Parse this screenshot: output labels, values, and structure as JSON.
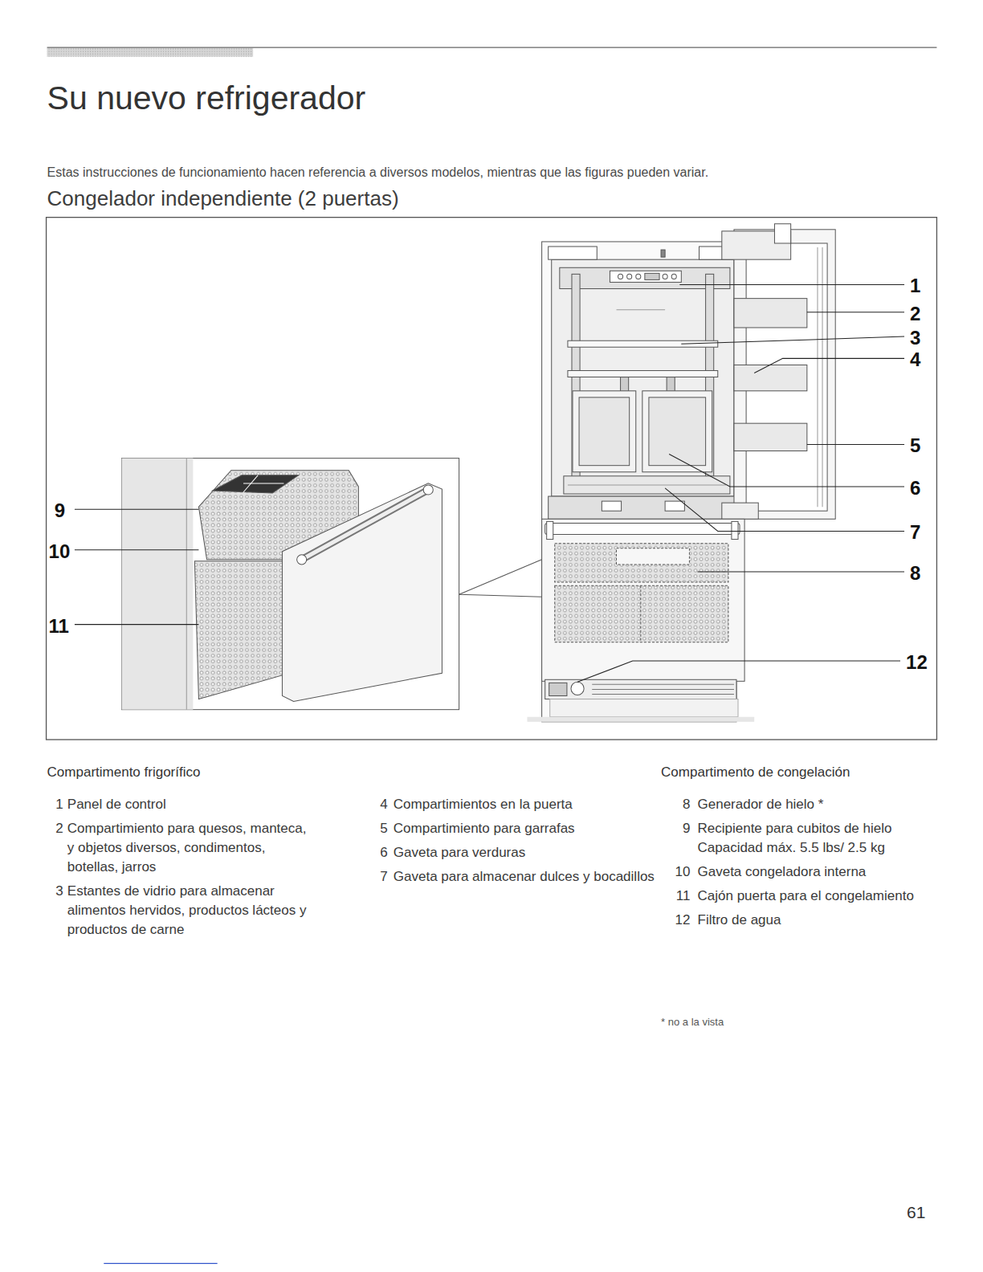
{
  "diagram": {
    "title": "Su nuevo refrigerador",
    "labels": [
      "Estas instrucciones de funcionamiento hacen referencia a diversos modelos, mientras que las figuras pueden variar.",
      "Congelador independiente (2 puertas)",
      "1",
      "2",
      "3",
      "4",
      "5",
      "6",
      "7",
      "8",
      "9",
      "10",
      "11",
      "12",
      "Compartimento frigorífico",
      "1",
      "Panel de control",
      "2",
      "Compartimiento para quesos, manteca, y objetos diversos, condimentos, botellas, jarros",
      "3",
      "Estantes de vidrio para almacenar alimentos hervidos, productos lácteos y productos de carne",
      "4",
      "Compartimientos en la puerta",
      "5",
      "Compartimiento para garrafas",
      "6",
      "Gaveta para verduras",
      "7",
      "Gaveta para almacenar dulces y bocadillos",
      "Compartimento de congelación",
      "8",
      "Generador de hielo *",
      "9",
      "Recipiente para cubitos de hielo Capacidad máx. 5.5 lbs/ 2.5 kg",
      "10",
      "Gaveta congeladora interna",
      "11",
      "Cajón puerta para el congelamiento",
      "12",
      "Filtro de agua",
      "* no a la vista",
      "61"
    ]
  }
}
